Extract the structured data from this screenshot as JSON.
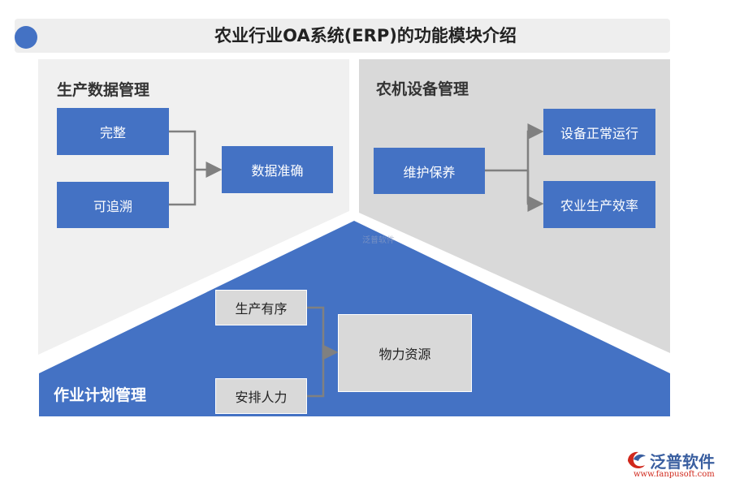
{
  "title": "农业行业OA系统(ERP)的功能模块介绍",
  "production_data": {
    "label": "生产数据管理",
    "items": [
      "完整",
      "可追溯"
    ],
    "result": "数据准确"
  },
  "machinery": {
    "label": "农机设备管理",
    "source": "维护保养",
    "results": [
      "设备正常运行",
      "农业生产效率"
    ]
  },
  "work_plan": {
    "label": "作业计划管理",
    "items": [
      "生产有序",
      "安排人力"
    ],
    "result": "物力资源"
  },
  "watermark": "泛普软件",
  "logo": {
    "name": "泛普软件",
    "url": "www.fanpusoft.com"
  },
  "colors": {
    "accent_blue": "#4472c4",
    "left_panel": "#f0f0f0",
    "right_panel": "#d9d9d9",
    "gray_box": "#d9d9d9"
  }
}
